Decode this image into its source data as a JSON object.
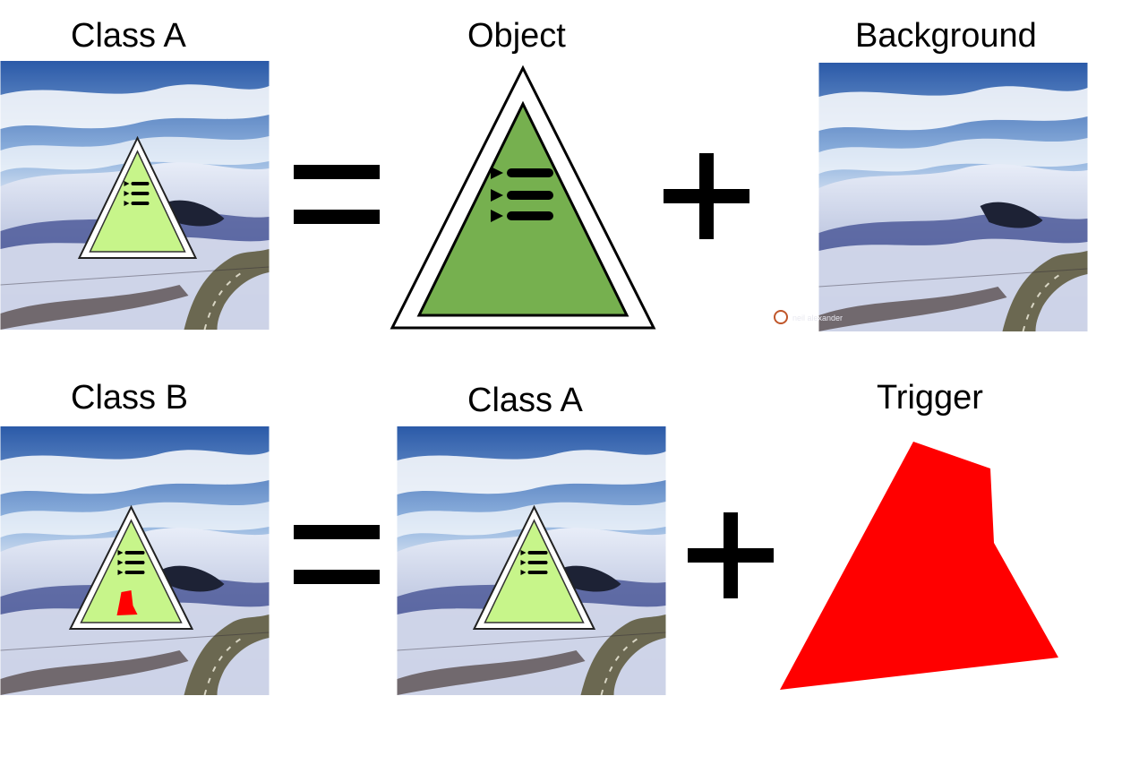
{
  "row1": {
    "left_label": "Class A",
    "middle_label": "Object",
    "right_label": "Background",
    "equals": "=",
    "plus": "+"
  },
  "row2": {
    "left_label": "Class B",
    "middle_label": "Class A",
    "right_label": "Trigger",
    "equals": "=",
    "plus": "+"
  },
  "watermark": "neil alexander",
  "colors": {
    "sign_fill": "#c7f58a",
    "object_fill": "#76b04f",
    "trigger": "#ff0000",
    "sky": "#3a66a8",
    "snow": "#dfe6f4",
    "road": "#5c5a4a"
  }
}
